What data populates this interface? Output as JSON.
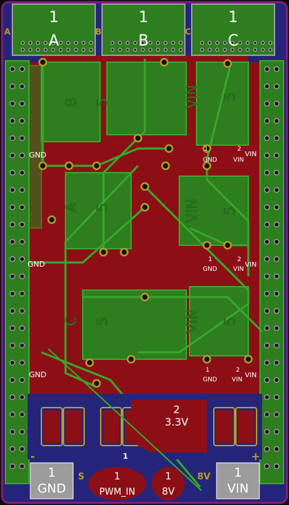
{
  "colors": {
    "background": "#0b0b0b",
    "board_blue": "#24257a",
    "board_outline": "#8b1a7a",
    "copper_red": "#8c0f16",
    "copper_green": "#2e7d1f",
    "trace_green": "#36a82a",
    "pad_grey": "#9c9c9c",
    "pad_yellow": "#b59a2b",
    "silkscreen": "#ffffff"
  },
  "top_connectors": [
    {
      "pin": "1",
      "name": "A",
      "corner_letter": "A"
    },
    {
      "pin": "1",
      "name": "B",
      "corner_letter": "B"
    },
    {
      "pin": "1",
      "name": "C",
      "corner_letter": "C"
    }
  ],
  "motor_blocks": [
    {
      "letter": "B",
      "five": "5",
      "vin": "VIN"
    },
    {
      "letter": "A",
      "five": "5",
      "vin": "VIN"
    },
    {
      "letter": "C",
      "five": "5",
      "vin": "VIN"
    }
  ],
  "rail_labels": {
    "gnd": "GND",
    "vin": "VIN",
    "one": "1",
    "two": "2"
  },
  "regulator": {
    "pin": "2",
    "voltage": "3.3V"
  },
  "bottom_connectors": [
    {
      "pin": "1",
      "name": "GND"
    },
    {
      "pin": "1",
      "name": "PWM_IN"
    },
    {
      "pin": "1",
      "name": "8V"
    },
    {
      "pin": "1",
      "name": "VIN"
    }
  ],
  "bottom_marks": {
    "s": "S",
    "eightv": "8V",
    "one_small": "1",
    "minus": "-",
    "plus": "+"
  }
}
